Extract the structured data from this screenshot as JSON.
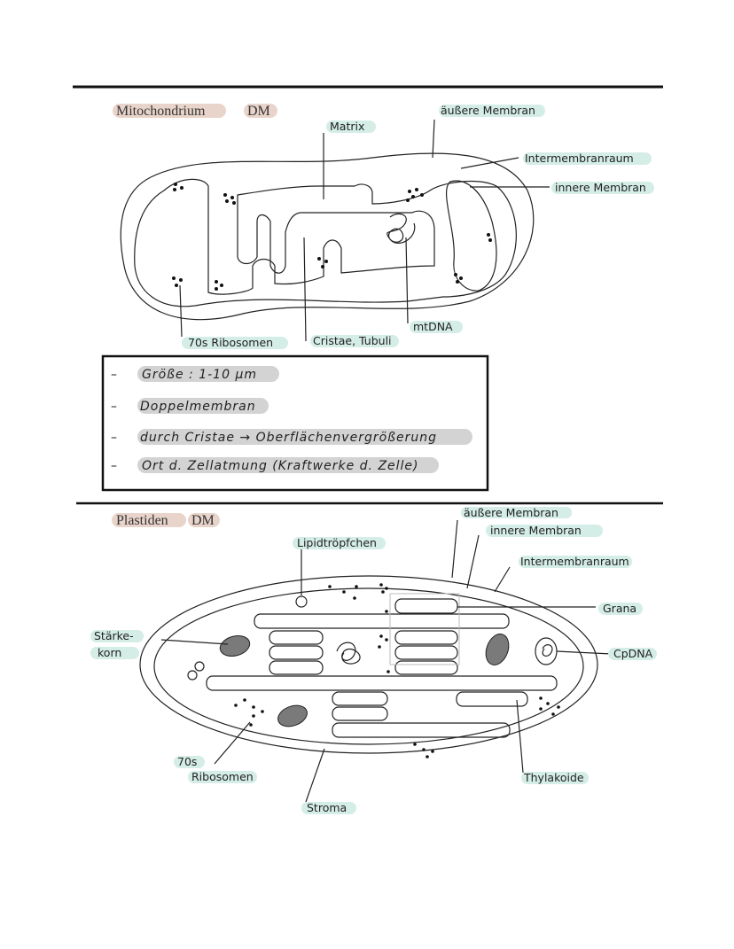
{
  "colors": {
    "title_highlight": "#e9d4cb",
    "label_highlight": "#d5ede7",
    "note_highlight": "#d3d3d3",
    "starch": "#7a7a7a"
  },
  "mitochondrion": {
    "title": "Mitochondrium",
    "tag": "DM",
    "labels": {
      "matrix": "Matrix",
      "outer": "äußere Membran",
      "intermembrane": "Intermembranraum",
      "inner": "innere Membran",
      "ribosomes": "70s Ribosomen",
      "cristae": "Cristae, Tubuli",
      "mtdna": "mtDNA"
    },
    "notes": [
      "Größe : 1-10 µm",
      "Doppelmembran",
      "durch Cristae → Oberflächenvergrößerung",
      "Ort d. Zellatmung (Kraftwerke d. Zelle)"
    ],
    "bullet": "–"
  },
  "plastid": {
    "title": "Plastiden",
    "tag": "DM",
    "labels": {
      "outer": "äußere Membran",
      "inner": "innere Membran",
      "intermembrane": "Intermembranraum",
      "lipid": "Lipidtröpfchen",
      "grana": "Grana",
      "starch1": "Stärke-",
      "starch2": "korn",
      "cpdna": "CpDNA",
      "ribo1": "70s",
      "ribo2": "Ribosomen",
      "stroma": "Stroma",
      "thylakoid": "Thylakoide"
    }
  }
}
